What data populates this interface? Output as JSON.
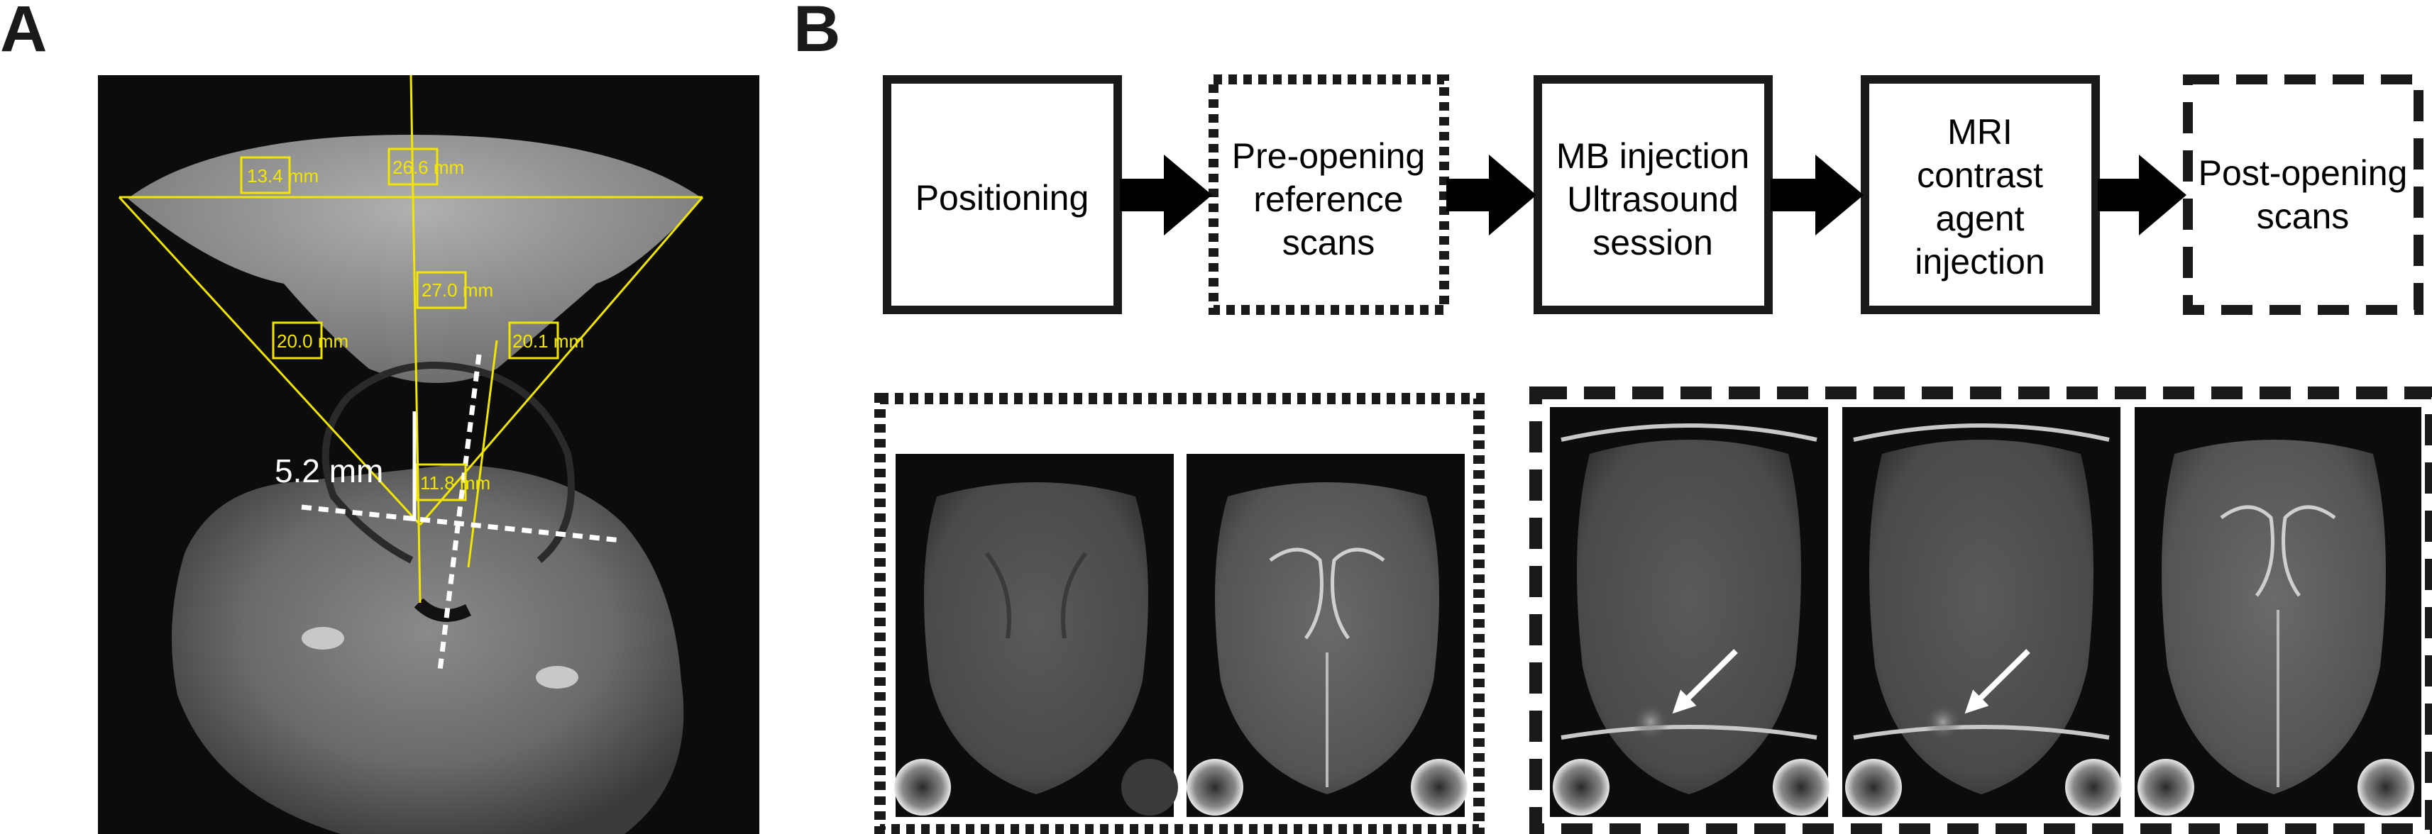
{
  "panels": {
    "a": "A",
    "b": "B"
  },
  "measurements": {
    "m1": "13.4 mm",
    "m2": "26.6 mm",
    "m3": "27.0 mm",
    "m4": "20.0 mm",
    "m5": "20.1 mm",
    "m6": "11.8 mm",
    "depth": "5.2 mm"
  },
  "steps": [
    {
      "lines": [
        "Positioning"
      ],
      "border": "solid"
    },
    {
      "lines": [
        "Pre-opening",
        "reference",
        "scans"
      ],
      "border": "dotted"
    },
    {
      "lines": [
        "MB injection",
        "Ultrasound",
        "session"
      ],
      "border": "solid"
    },
    {
      "lines": [
        "MRI",
        "contrast",
        "agent",
        "injection"
      ],
      "border": "solid"
    },
    {
      "lines": [
        "Post-opening",
        "scans"
      ],
      "border": "dashed"
    }
  ],
  "colors": {
    "annotation": "#f2e600",
    "frame": "#1a1a1a",
    "scan_bg": "#0c0c0c"
  }
}
